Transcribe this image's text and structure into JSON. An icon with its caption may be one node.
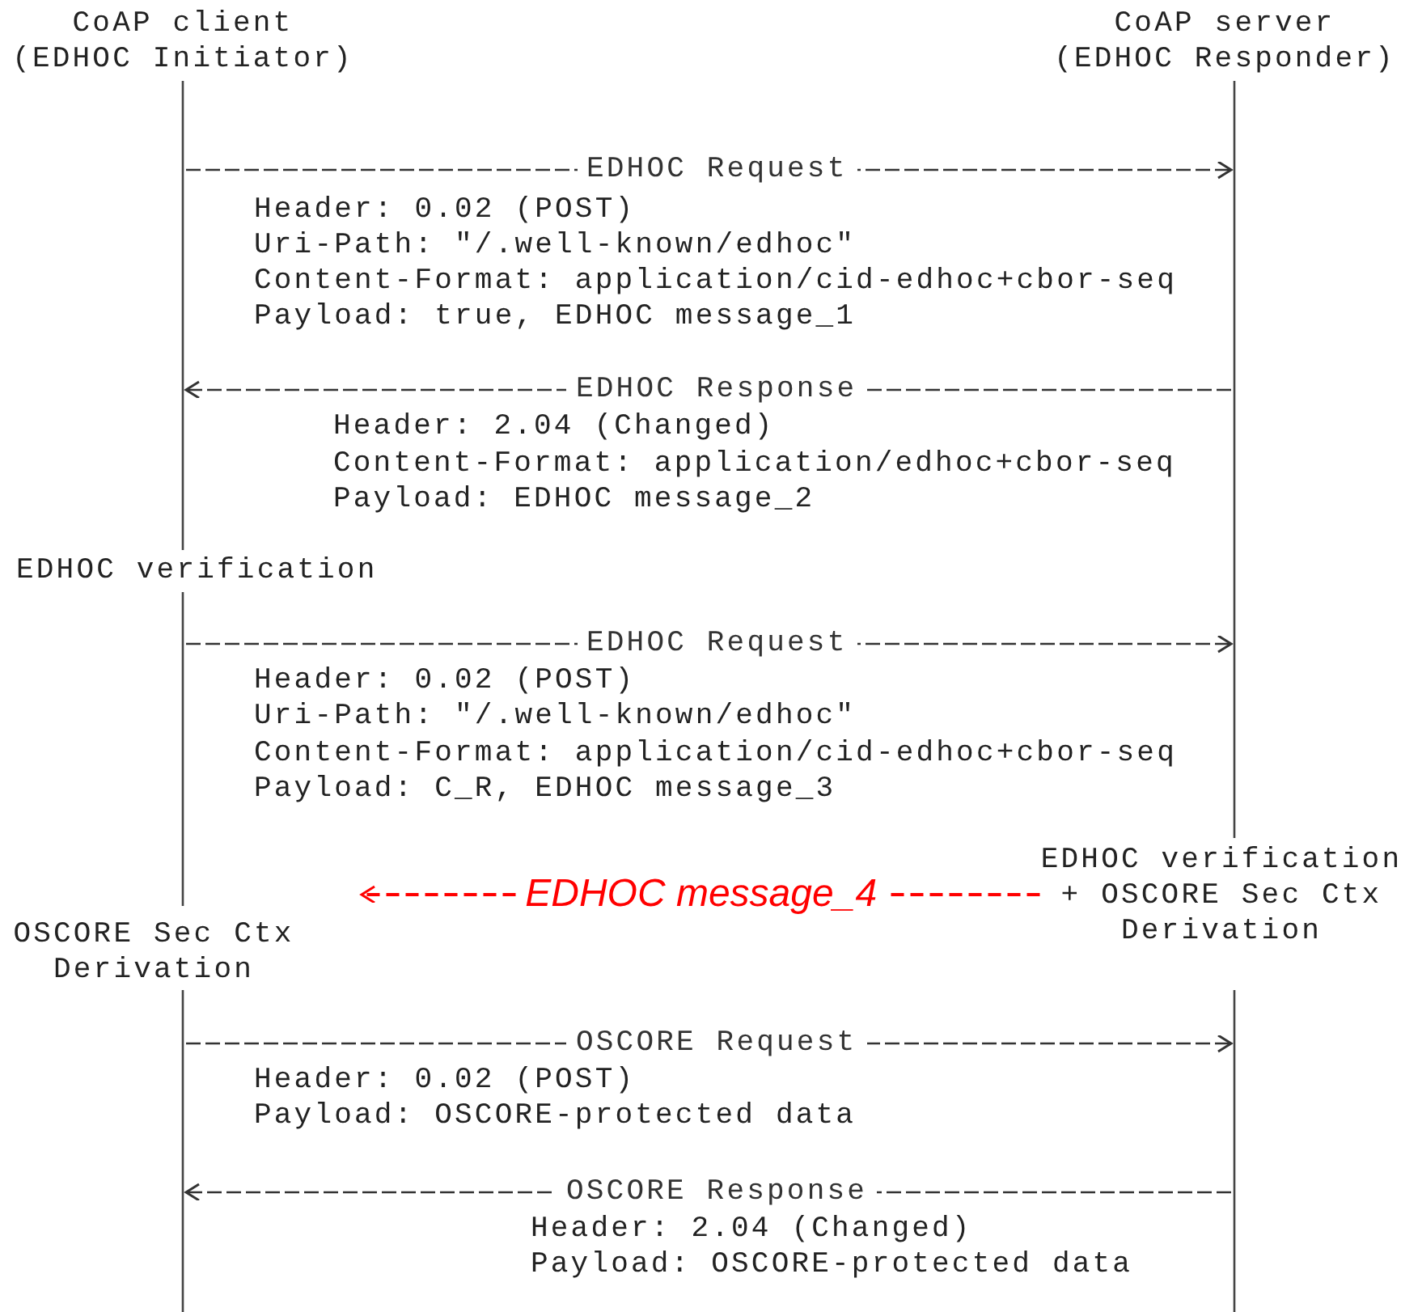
{
  "diagram": {
    "nodes": [
      {
        "text": [
          "CoAP client (EDHOC Initiator)"
        ]
      },
      {
        "text": [
          "CoAP server (EDHOC Responder)"
        ]
      }
    ],
    "edges": [
      {
        "from": 0,
        "to": 1,
        "arrow": "to",
        "label": "EDHOC Request"
      },
      {
        "from": 1,
        "to": 0,
        "arrow": "to",
        "label": "EDHOC Response"
      },
      {
        "from": 0,
        "to": 1,
        "arrow": "to",
        "label": "EDHOC Request"
      },
      {
        "from": 1,
        "to": 0,
        "arrow": "to",
        "label": "EDHOC message_4",
        "color": "#ff0000"
      },
      {
        "from": 0,
        "to": 1,
        "arrow": "to",
        "label": "OSCORE Request"
      },
      {
        "from": 1,
        "to": 0,
        "arrow": "to",
        "label": "OSCORE Response"
      }
    ],
    "labels": [
      "Header: 0.02 (POST)",
      "Uri-Path: \"/.well-known/edhoc\"",
      "Content-Format: application/cid-edhoc+cbor-seq",
      "Payload: true, EDHOC message_1",
      "Header: 2.04 (Changed)",
      "Content-Format: application/edhoc+cbor-seq",
      "Payload: EDHOC message_2",
      "EDHOC verification",
      "Header: 0.02 (POST)",
      "Uri-Path: \"/.well-known/edhoc\"",
      "Content-Format: application/cid-edhoc+cbor-seq",
      "Payload: C_R, EDHOC message_3",
      "EDHOC verification + OSCORE Sec Ctx Derivation",
      "OSCORE Sec Ctx Derivation",
      "Header: 0.02 (POST)",
      "Payload: OSCORE-protected data",
      "Header: 2.04 (Changed)",
      "Payload: OSCORE-protected data"
    ]
  }
}
